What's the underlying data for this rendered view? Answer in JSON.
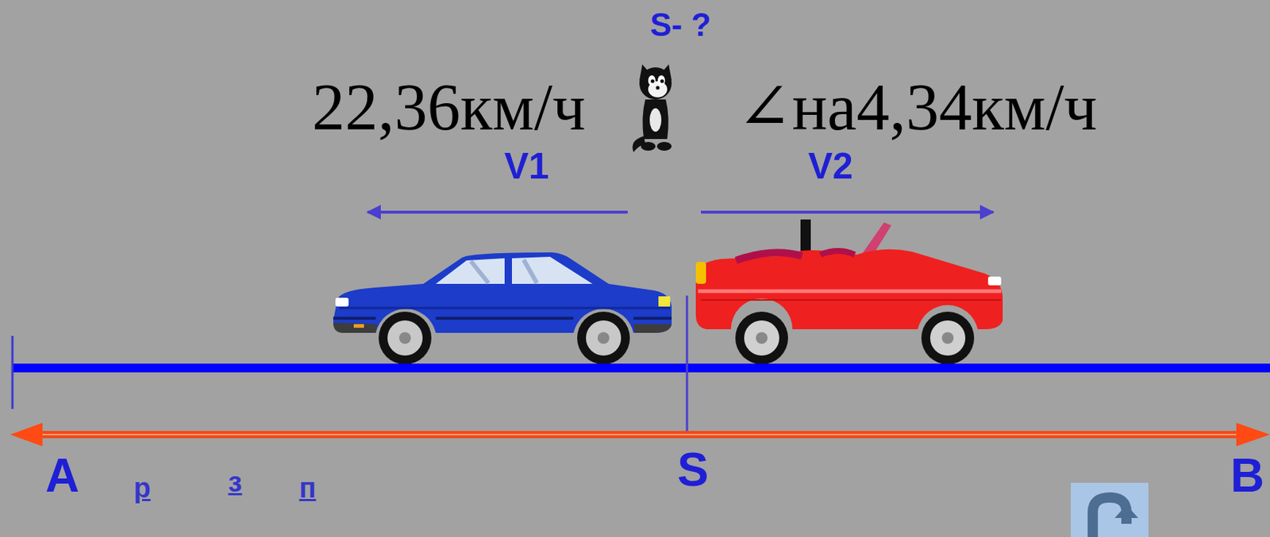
{
  "diagram": {
    "labels": [
      "S- ?",
      "22,36км/ч",
      "∠на4,34км/ч",
      "V1",
      "V2",
      "A",
      "р",
      "з",
      "п",
      "S",
      "B"
    ]
  }
}
